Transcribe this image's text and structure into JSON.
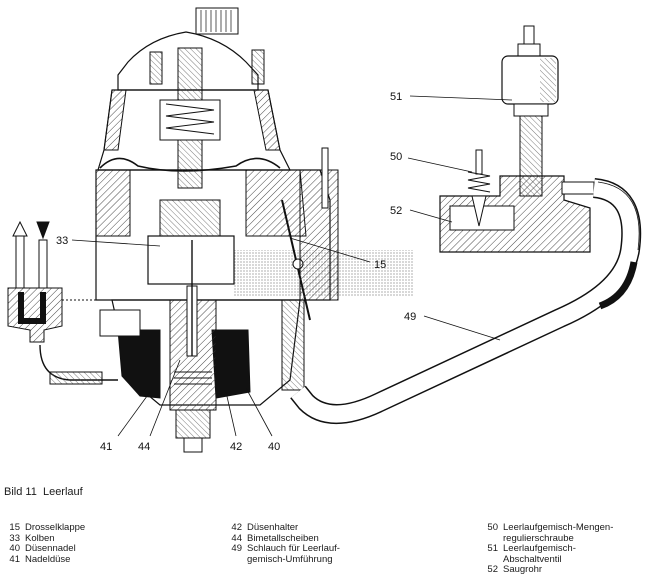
{
  "figure": {
    "callouts": {
      "c51": "51",
      "c50": "50",
      "c52": "52",
      "c33": "33",
      "c15": "15",
      "c49": "49",
      "c41": "41",
      "c44": "44",
      "c42": "42",
      "c40": "40"
    }
  },
  "caption": {
    "label": "Bild 11",
    "title": "Leerlauf"
  },
  "legend": {
    "col1": [
      {
        "num": "15",
        "text": "Drosselklappe"
      },
      {
        "num": "33",
        "text": "Kolben"
      },
      {
        "num": "40",
        "text": "Düsennadel"
      },
      {
        "num": "41",
        "text": "Nadeldüse"
      }
    ],
    "col2": [
      {
        "num": "42",
        "text": "Düsenhalter"
      },
      {
        "num": "44",
        "text": "Bimetallscheiben"
      },
      {
        "num": "49",
        "text": "Schlauch für Leerlauf-\ngemisch-Umführung"
      }
    ],
    "col3": [
      {
        "num": "50",
        "text": "Leerlaufgemisch-Mengen-\nregulierschraube"
      },
      {
        "num": "51",
        "text": "Leerlaufgemisch-\nAbschaltventil"
      },
      {
        "num": "52",
        "text": "Saugrohr"
      }
    ]
  }
}
